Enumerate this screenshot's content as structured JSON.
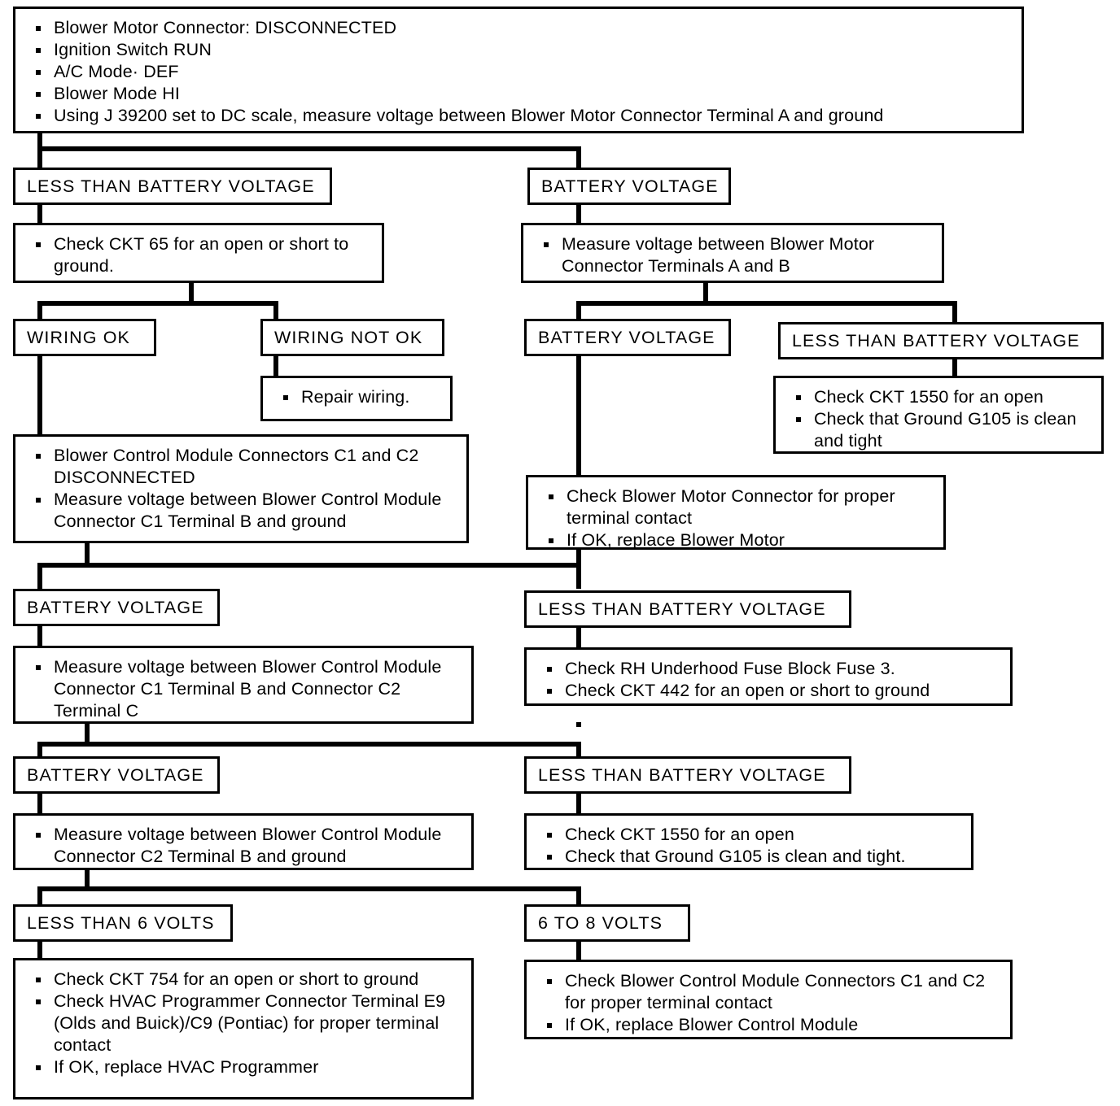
{
  "diagram": {
    "title": "Blower Motor Circuit Diagnostic Flowchart",
    "type": "flowchart"
  },
  "nodes": {
    "start": {
      "kind": "action",
      "items": [
        "Blower Motor Connector: DISCONNECTED",
        "Ignition Switch  RUN",
        "A/C Mode· DEF",
        "Blower Mode  HI",
        "Using J 39200 set to DC scale, measure voltage between Blower Motor Connector Terminal A and ground"
      ]
    },
    "l1_left": {
      "kind": "result",
      "label": "LESS THAN BATTERY VOLTAGE"
    },
    "l1_right": {
      "kind": "result",
      "label": "BATTERY VOLTAGE"
    },
    "a1_left": {
      "kind": "action",
      "items": [
        "Check CKT 65 for an open or short to ground."
      ]
    },
    "a1_right": {
      "kind": "action",
      "items": [
        "Measure voltage between Blower Motor Connector Terminals A and B"
      ]
    },
    "l2_wiring_ok": {
      "kind": "result",
      "label": "WIRING OK"
    },
    "l2_wiring_not_ok": {
      "kind": "result",
      "label": "WIRING NOT OK"
    },
    "a2_repair": {
      "kind": "action",
      "items": [
        "Repair wiring."
      ]
    },
    "l2_bv": {
      "kind": "result",
      "label": "BATTERY VOLTAGE"
    },
    "l2_ltbv": {
      "kind": "result",
      "label": "LESS THAN BATTERY VOLTAGE"
    },
    "a2_ckt1550": {
      "kind": "action",
      "items": [
        "Check CKT 1550 for an open",
        "Check that Ground G105 is clean and tight"
      ]
    },
    "a2_motor": {
      "kind": "action",
      "items": [
        "Check Blower Motor Connector for proper terminal contact",
        "If OK, replace Blower Motor"
      ]
    },
    "a3_bcm": {
      "kind": "action",
      "items": [
        "Blower Control Module Connectors C1 and C2 DISCONNECTED",
        "Measure voltage between Blower Control Module Connector C1 Terminal B and ground"
      ]
    },
    "l3_bv": {
      "kind": "result",
      "label": "BATTERY VOLTAGE"
    },
    "l3_ltbv": {
      "kind": "result",
      "label": "LESS THAN BATTERY VOLTAGE"
    },
    "a4_measure_c1c2": {
      "kind": "action",
      "items": [
        "Measure voltage between Blower Control Module Connector C1 Terminal B and Connector C2 Terminal C"
      ]
    },
    "a4_fuse": {
      "kind": "action",
      "items": [
        "Check RH Underhood Fuse Block Fuse 3.",
        "Check CKT 442 for an open or short to ground"
      ]
    },
    "l4_bv": {
      "kind": "result",
      "label": "BATTERY VOLTAGE"
    },
    "l4_ltbv": {
      "kind": "result",
      "label": "LESS THAN BATTERY VOLTAGE"
    },
    "a5_measure_c2b": {
      "kind": "action",
      "items": [
        "Measure voltage between Blower Control Module Connector C2 Terminal B and ground"
      ]
    },
    "a5_ckt1550": {
      "kind": "action",
      "items": [
        "Check CKT 1550 for an open",
        "Check that Ground G105 is clean and tight."
      ]
    },
    "l5_less6": {
      "kind": "result",
      "label": "LESS THAN 6 VOLTS"
    },
    "l5_6to8": {
      "kind": "result",
      "label": "6 TO 8 VOLTS"
    },
    "a6_hvac": {
      "kind": "action",
      "items": [
        "Check CKT 754 for an open or short to ground",
        "Check HVAC Programmer Connector Terminal E9 (Olds and Buick)/C9 (Pontiac) for proper terminal contact",
        "If OK, replace HVAC Programmer"
      ]
    },
    "a6_bcm": {
      "kind": "action",
      "items": [
        "Check Blower Control Module Connectors C1 and C2 for proper terminal contact",
        "If OK, replace Blower Control Module"
      ]
    }
  },
  "colors": {
    "stroke": "#000000",
    "background": "#ffffff",
    "text": "#000000"
  }
}
